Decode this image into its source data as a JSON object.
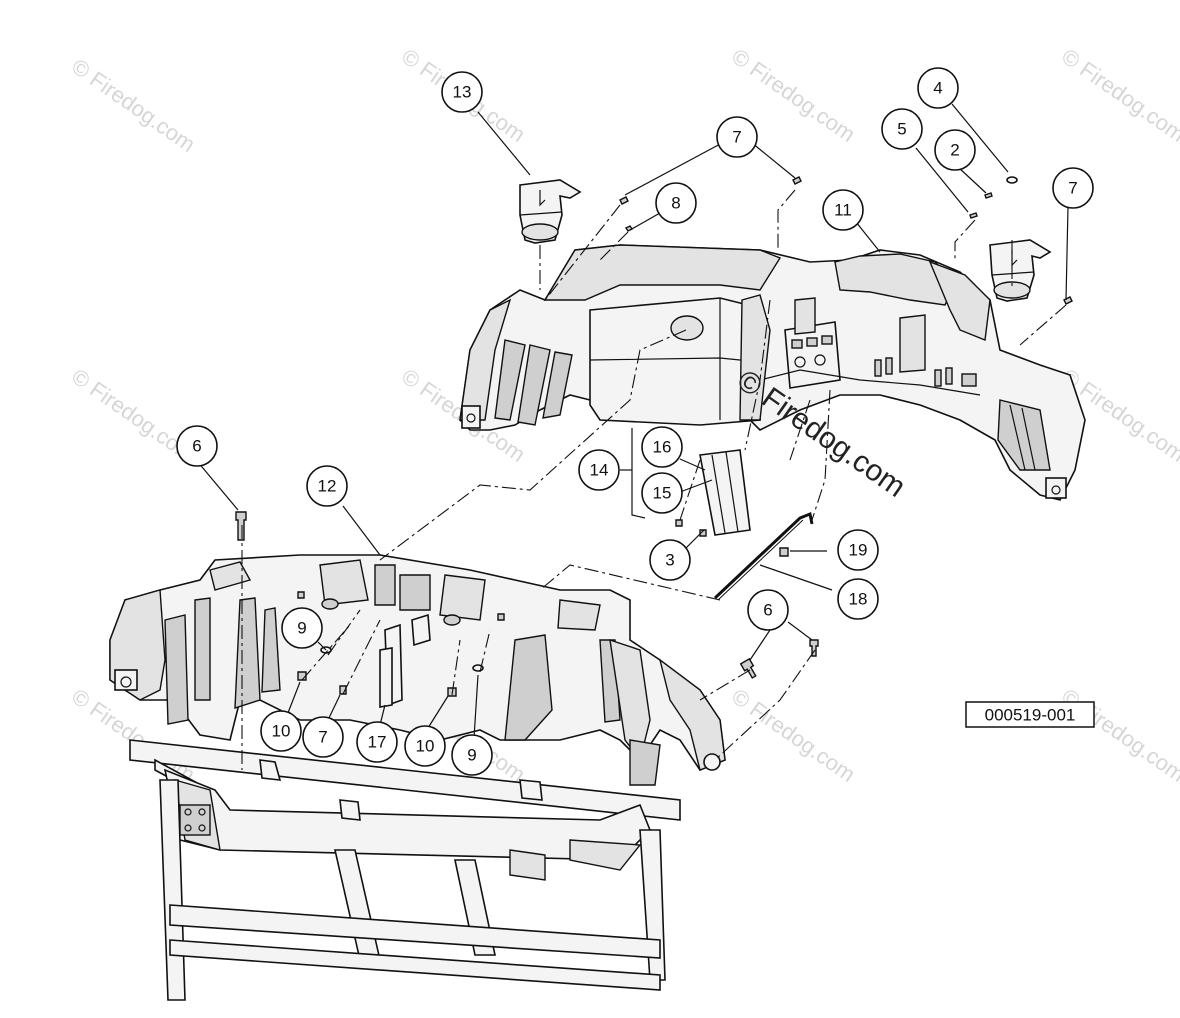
{
  "watermark": {
    "text": "© Firedog.com",
    "center_text": "© Firedog.com"
  },
  "reference_code": "000519-001",
  "callouts": [
    {
      "id": "c13",
      "label": "13"
    },
    {
      "id": "c7a",
      "label": "7"
    },
    {
      "id": "c8",
      "label": "8"
    },
    {
      "id": "c4",
      "label": "4"
    },
    {
      "id": "c5",
      "label": "5"
    },
    {
      "id": "c2",
      "label": "2"
    },
    {
      "id": "c7b",
      "label": "7"
    },
    {
      "id": "c11",
      "label": "11"
    },
    {
      "id": "c6a",
      "label": "6"
    },
    {
      "id": "c12",
      "label": "12"
    },
    {
      "id": "c16",
      "label": "16"
    },
    {
      "id": "c14",
      "label": "14"
    },
    {
      "id": "c15",
      "label": "15"
    },
    {
      "id": "c3",
      "label": "3"
    },
    {
      "id": "c19",
      "label": "19"
    },
    {
      "id": "c18",
      "label": "18"
    },
    {
      "id": "c6b",
      "label": "6"
    },
    {
      "id": "c9a",
      "label": "9"
    },
    {
      "id": "c10a",
      "label": "10"
    },
    {
      "id": "c7c",
      "label": "7"
    },
    {
      "id": "c17",
      "label": "17"
    },
    {
      "id": "c10b",
      "label": "10"
    },
    {
      "id": "c9b",
      "label": "9"
    }
  ]
}
